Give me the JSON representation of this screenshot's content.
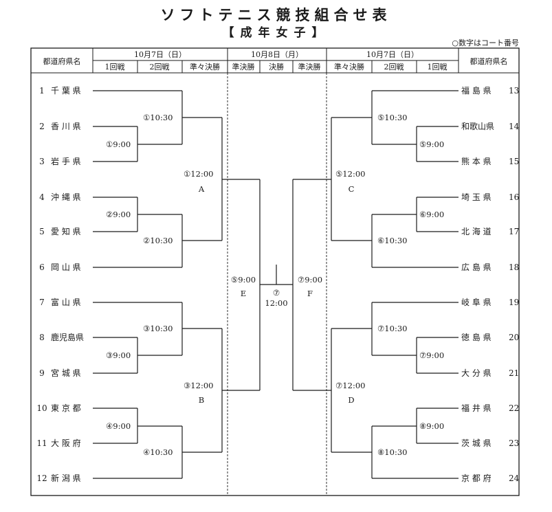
{
  "header": {
    "title": "ソフトテニス競技組合せ表",
    "subtitle": "【成年女子】",
    "note": "○数字はコート番号"
  },
  "table_header": {
    "pref_label": "都道府県名",
    "date_left": "10月7日（日）",
    "date_center": "10月8日（月）",
    "date_right": "10月7日（日）",
    "rounds_left": [
      "1回戦",
      "2回戦",
      "準々決勝"
    ],
    "rounds_center": [
      "準決勝",
      "決勝",
      "準決勝"
    ],
    "rounds_right": [
      "準々決勝",
      "2回戦",
      "1回戦"
    ]
  },
  "teams_left": [
    {
      "no": "1",
      "name": "千 葉 県"
    },
    {
      "no": "2",
      "name": "香 川 県"
    },
    {
      "no": "3",
      "name": "岩 手 県"
    },
    {
      "no": "4",
      "name": "沖 縄 県"
    },
    {
      "no": "5",
      "name": "愛 知 県"
    },
    {
      "no": "6",
      "name": "岡 山 県"
    },
    {
      "no": "7",
      "name": "富 山 県"
    },
    {
      "no": "8",
      "name": "鹿児島県"
    },
    {
      "no": "9",
      "name": "宮 城 県"
    },
    {
      "no": "10",
      "name": "東 京 都"
    },
    {
      "no": "11",
      "name": "大 阪 府"
    },
    {
      "no": "12",
      "name": "新 潟 県"
    }
  ],
  "teams_right": [
    {
      "no": "13",
      "name": "福 島 県"
    },
    {
      "no": "14",
      "name": "和歌山県"
    },
    {
      "no": "15",
      "name": "熊 本 県"
    },
    {
      "no": "16",
      "name": "埼 玉 県"
    },
    {
      "no": "17",
      "name": "北 海 道"
    },
    {
      "no": "18",
      "name": "広 島 県"
    },
    {
      "no": "19",
      "name": "岐 阜 県"
    },
    {
      "no": "20",
      "name": "徳 島 県"
    },
    {
      "no": "21",
      "name": "大 分 県"
    },
    {
      "no": "22",
      "name": "福 井 県"
    },
    {
      "no": "23",
      "name": "茨 城 県"
    },
    {
      "no": "24",
      "name": "京 都 府"
    }
  ],
  "matches": {
    "l_r1": [
      "①9:00",
      "②9:00",
      "③9:00",
      "④9:00"
    ],
    "l_r2": [
      "①10:30",
      "②10:30",
      "③10:30",
      "④10:30"
    ],
    "l_qf": [
      {
        "time": "①12:00",
        "label": "A"
      },
      {
        "time": "③12:00",
        "label": "B"
      }
    ],
    "r_r1": [
      "⑤9:00",
      "⑥9:00",
      "⑦9:00",
      "⑧9:00"
    ],
    "r_r2": [
      "⑤10:30",
      "⑥10:30",
      "⑦10:30",
      "⑧10:30"
    ],
    "r_qf": [
      {
        "time": "⑤12:00",
        "label": "C"
      },
      {
        "time": "⑦12:00",
        "label": "D"
      }
    ],
    "semi_left": {
      "time": "⑤9:00",
      "label": "E"
    },
    "semi_right": {
      "time": "⑦9:00",
      "label": "F"
    },
    "final": {
      "court": "⑦",
      "time": "12:00"
    }
  }
}
